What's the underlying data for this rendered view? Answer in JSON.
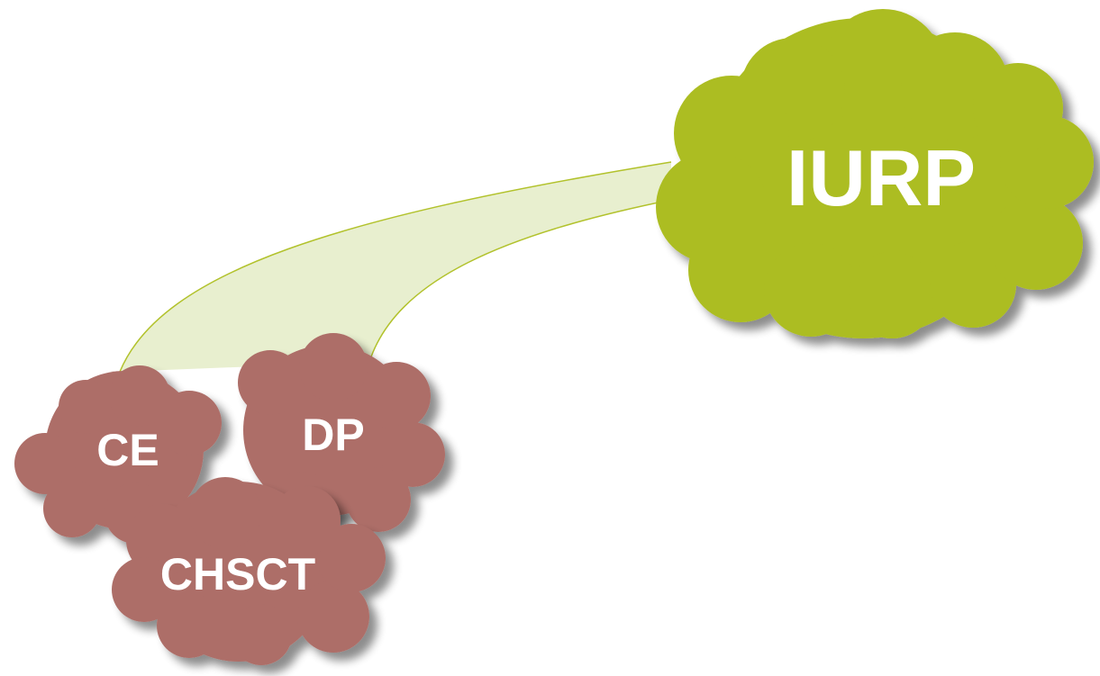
{
  "diagram": {
    "main_cloud": {
      "label": "IURP",
      "color": "#acbd22"
    },
    "small_clouds": [
      {
        "id": "ce",
        "label": "CE"
      },
      {
        "id": "dp",
        "label": "DP"
      },
      {
        "id": "chsct",
        "label": "CHSCT"
      }
    ],
    "small_cloud_color": "#ad6e68",
    "connector_fill": "#e8efcf",
    "connector_stroke": "#b2c22c"
  }
}
